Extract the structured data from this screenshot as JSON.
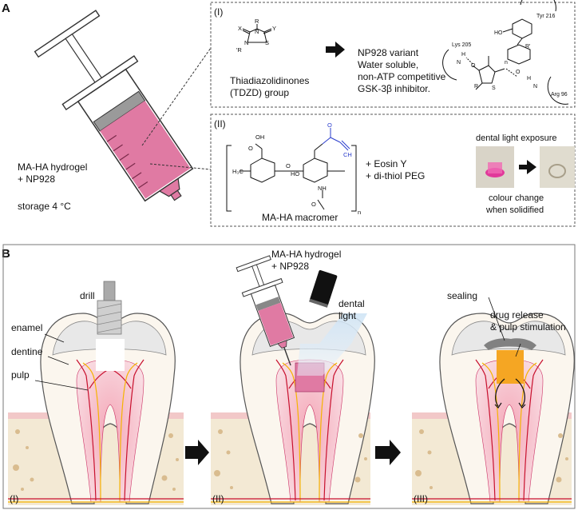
{
  "panel_a": {
    "letter": "A",
    "syringe_label_1": "MA-HA hydrogel",
    "syringe_label_2": "+ NP928",
    "storage": "storage 4 °C",
    "box1": {
      "roman": "(I)",
      "tdzd_1": "Thiadiazolidinones",
      "tdzd_2": "(TDZD) group",
      "desc_1": "NP928 variant",
      "desc_2": "Water soluble,",
      "desc_3": "non-ATP competitive",
      "desc_4": "GSK-3β inhibitor.",
      "atoms": {
        "x": "X",
        "y": "Y",
        "r": "R",
        "r2": "'R",
        "n": "N",
        "s": "S"
      },
      "residues": {
        "tyr": "Tyr 216",
        "lys": "Lys 205",
        "arg": "Arg 96"
      },
      "bind_atoms": {
        "ho": "HO",
        "h": "H",
        "o": "O",
        "n": "N",
        "s": "S",
        "r": "R",
        "rp": "R'",
        "n_sub": "n"
      }
    },
    "box2": {
      "roman": "(II)",
      "add_1": "+ Eosin Y",
      "add_2": "+ di-thiol PEG",
      "macromer": "MA-HA macromer",
      "light_title": "dental light exposure",
      "colour_1": "colour change",
      "colour_2": "when solidified",
      "chem": {
        "oh": "OH",
        "o": "O",
        "ho": "HO",
        "nh": "NH",
        "ch2": "CH",
        "c_methyl": "H₃C",
        "n": "n"
      }
    }
  },
  "panel_b": {
    "letter": "B",
    "drill": "drill",
    "enamel": "enamel",
    "dentine": "dentine",
    "pulp": "pulp",
    "hydrogel_1": "MA-HA hydrogel",
    "hydrogel_2": "+ NP928",
    "dental_1": "dental",
    "dental_2": "light",
    "sealing": "sealing",
    "release_1": "drug release",
    "release_2": "& pulp stimulation",
    "step_1": "(I)",
    "step_2": "(II)",
    "step_3": "(III)"
  },
  "colors": {
    "syringe_fill": "#e07aa3",
    "gum": "#f2c8c8",
    "bone": "#f3e9d4",
    "bone_dot": "#d9bc8f",
    "pulp": "#f7cdd4",
    "nerve_red": "#c8102e",
    "nerve_yellow": "#f5b400",
    "drug": "#f5a623",
    "blue_chem": "#2a3ccc"
  }
}
